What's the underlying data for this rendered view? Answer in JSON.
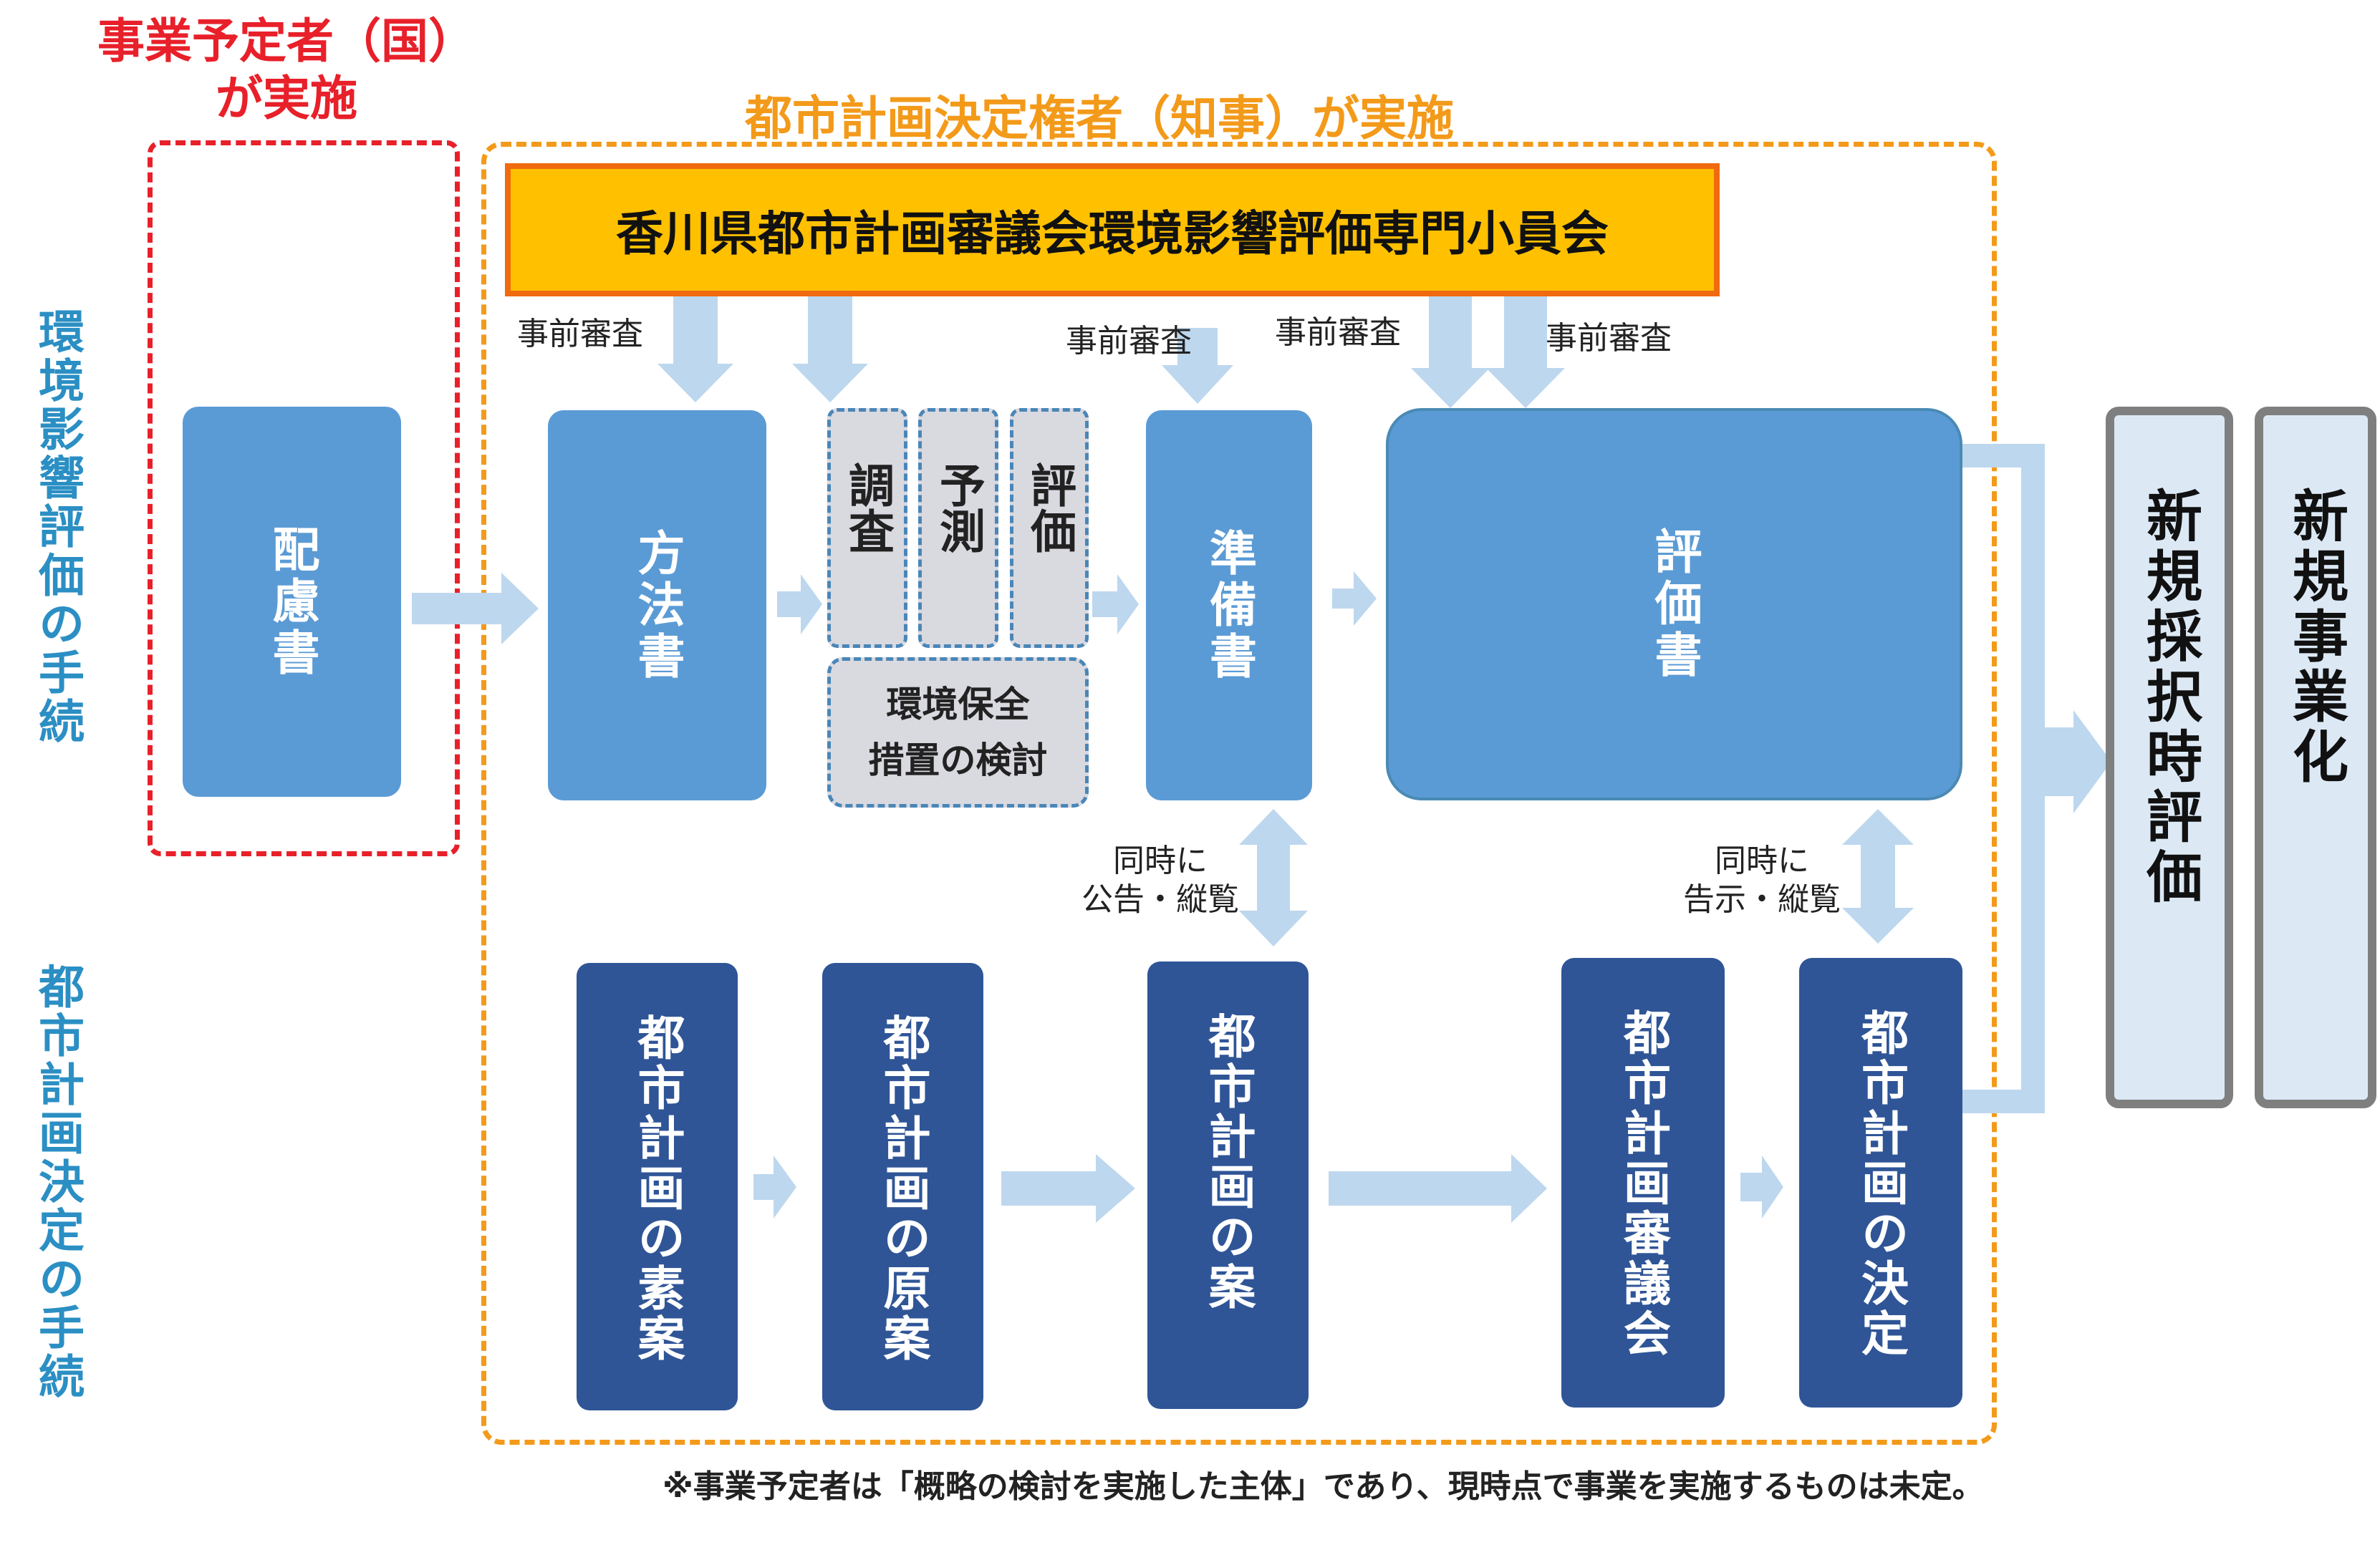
{
  "headers": {
    "proponent_line1": "事業予定者（国）",
    "proponent_line2": "が実施",
    "authority": "都市計画決定権者（知事）が実施"
  },
  "side_labels": {
    "eia": "環境影響評価の手続",
    "city_planning": "都市計画決定の手続"
  },
  "committee": "香川県都市計画審議会環境影響評価専門小員会",
  "review_notes": [
    "事前審査",
    "事前審査",
    "事前審査",
    "事前審査"
  ],
  "eia_steps": {
    "consideration": "配慮書",
    "method": "方法書",
    "survey": "調査",
    "prediction": "予測",
    "evaluation_small": "評価",
    "conservation_line1": "環境保全",
    "conservation_line2": "措置の検討",
    "draft": "準備書",
    "final": "評価書"
  },
  "sync_notes": {
    "draft_line1": "同時に",
    "draft_line2": "公告・縦覧",
    "final_line1": "同時に",
    "final_line2": "告示・縦覧"
  },
  "plan_steps": [
    "都市計画の素案",
    "都市計画の原案",
    "都市計画の案",
    "都市計画審議会",
    "都市計画の決定"
  ],
  "outcome": {
    "new_adoption": "新規採択時評価",
    "new_project": "新規事業化"
  },
  "footnote": "※事業予定者は「概略の検討を実施した主体」であり、現時点で事業を実施するものは未定。",
  "colors": {
    "red": "#e8202a",
    "orange": "#f39a1a",
    "light_blue": "#5b9bd5",
    "dark_blue": "#2f5597",
    "arrow": "#bdd7ee",
    "committee_fill": "#ffc000"
  }
}
